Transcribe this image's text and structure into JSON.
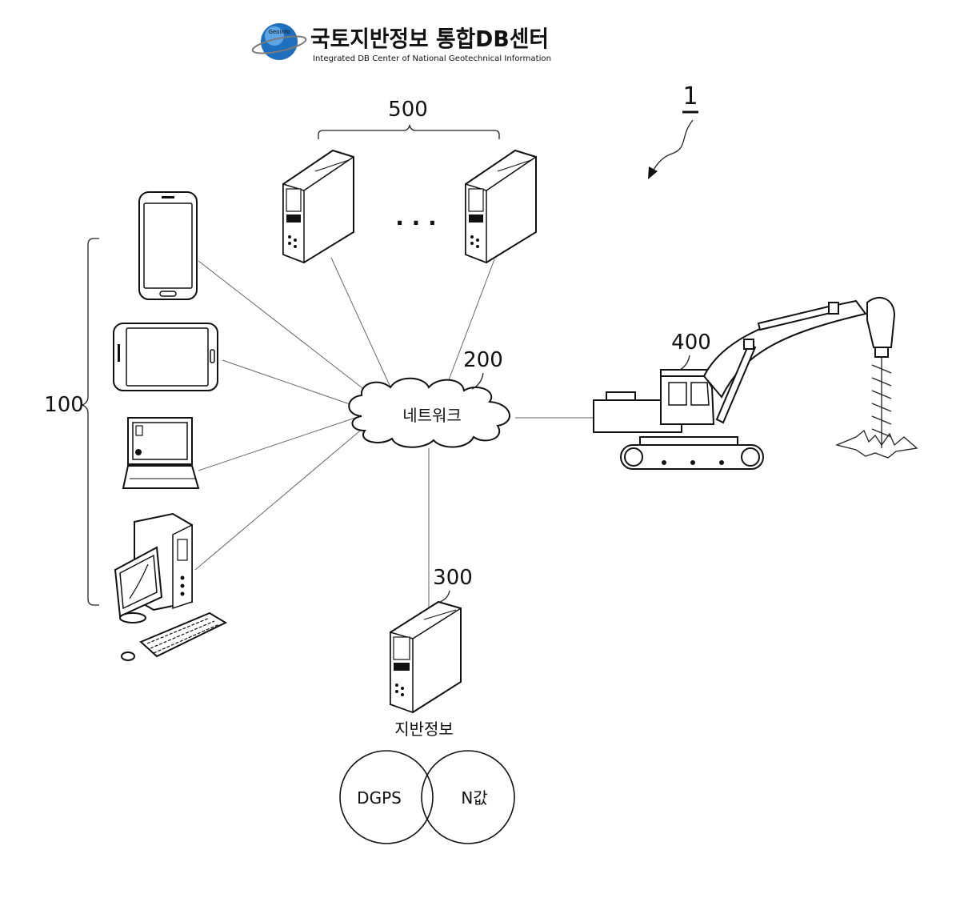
{
  "logo": {
    "title": "국토지반정보 통합DB센터",
    "subtitle": "Integrated DB Center of National Geotechnical Information",
    "badge": "Geoinfo"
  },
  "labels": {
    "system": "1",
    "user_terminals": "100",
    "network_ref": "200",
    "network": "네트워크",
    "ground_server_ref": "300",
    "ground_info": "지반정보",
    "equipment_ref": "400",
    "servers_ref": "500",
    "ellipsis": "· · ·",
    "dgps": "DGPS",
    "n_value": "N값"
  }
}
